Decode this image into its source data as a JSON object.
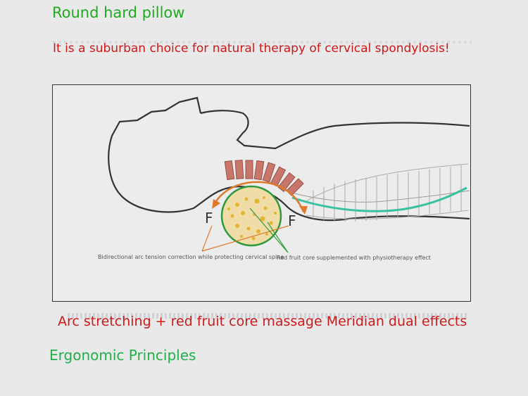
{
  "title": "Round hard pillow",
  "subtitle": "It is a suburban choice for natural therapy of cervical spondylosis!",
  "diagram": {
    "force_left": "F",
    "force_right": "F",
    "label_left": "Bidirectional arc tension correction while protecting cervical spine",
    "label_right": "Red fruit core supplemented with physiotherapy effect"
  },
  "caption": "Arc stretching + red fruit core massage Meridian dual effects",
  "footer": "Ergonomic Principles",
  "colors": {
    "title": "#1faa1f",
    "subtitle": "#d01818",
    "footer": "#21b04a",
    "pillow_outline": "#2e9a3c",
    "pillow_fill": "#efdca6",
    "arrows": "#e07a2a",
    "spine_line": "#3ac1a0",
    "vertebra": "#c8766a"
  }
}
